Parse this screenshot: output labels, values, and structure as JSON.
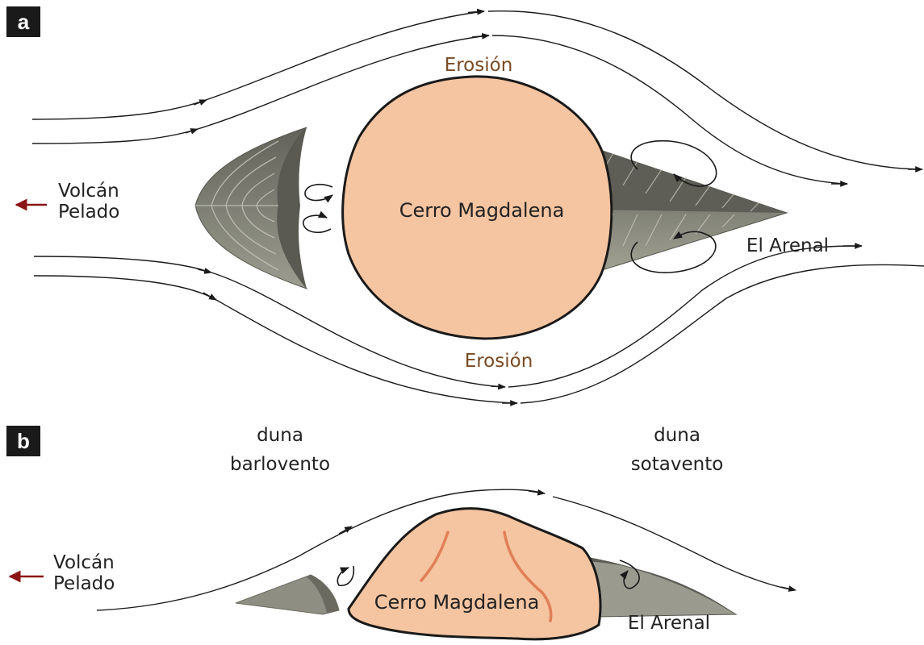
{
  "panel_a": {
    "tag": "a",
    "erosion_top": "Erosión",
    "erosion_bottom": "Erosión",
    "hill_label": "Cerro Magdalena",
    "lee_dune_label": "El Arenal",
    "volcano_line1": "Volcán",
    "volcano_line2": "Pelado"
  },
  "panel_b": {
    "tag": "b",
    "windward_line1": "duna",
    "windward_line2": "barlovento",
    "leeward_line1": "duna",
    "leeward_line2": "sotavento",
    "hill_label": "Cerro Magdalena",
    "lee_dune_label": "El Arenal",
    "volcano_line1": "Volcán",
    "volcano_line2": "Pelado"
  },
  "colors": {
    "hill_fill": "#f5c4a0",
    "dune_dark": "#6f6f66",
    "dune_light": "#a3a497",
    "arrow_red": "#8b1414",
    "erosion_text": "#7a4a22",
    "panel_tag_bg": "#1a1a1a"
  }
}
